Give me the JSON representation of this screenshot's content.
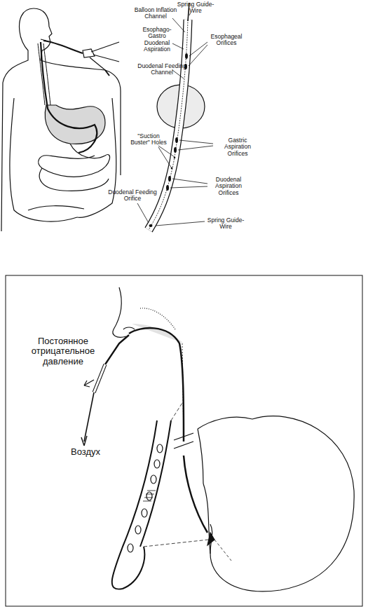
{
  "diagram": {
    "labels": [
      "Spring Guide-Wire",
      "Balloon Inflation Channel",
      "Esophago-Gastro Duodenal Aspiration",
      "Esophageal Orifices",
      "Duodenal Feeding Channel",
      "\"Suction Buster\" Holes",
      "Gastric Aspiration Orifices",
      "Duodenal Aspiration Orifices",
      "Duodenal Feeding Orifice",
      "Spring Guide-Wire",
      "Постоянное отрицательное давление",
      "Воздух"
    ]
  }
}
